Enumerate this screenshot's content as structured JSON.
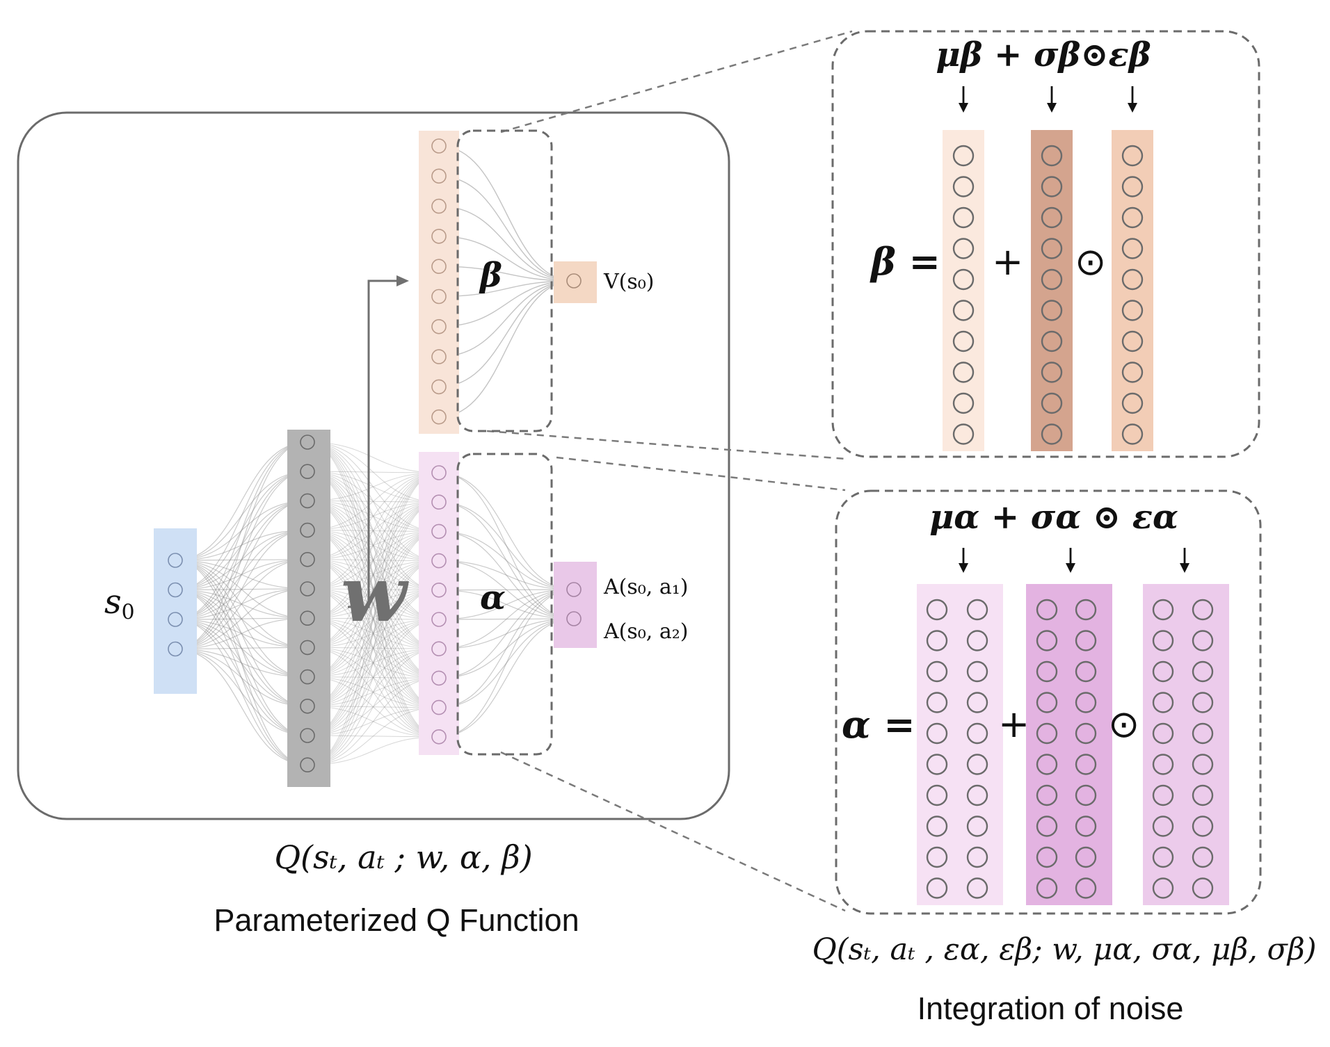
{
  "left_panel": {
    "input_label": "s",
    "input_sub": "0",
    "hidden_weight_label": "w",
    "beta_label": "β",
    "alpha_label": "α",
    "value_output": "V(s₀)",
    "adv_output_1": "A(s₀, a₁)",
    "adv_output_2": "A(s₀, a₂)",
    "formula": "Q(sₜ, aₜ ; w, α, β)",
    "caption": "Parameterized Q Function"
  },
  "beta_box": {
    "header": "μβ + σβ⊙εβ",
    "lhs": "β =",
    "plus": "+",
    "odot": "⊙"
  },
  "alpha_box": {
    "header": "μα + σα ⊙ εα",
    "lhs": "α =",
    "plus": "+",
    "odot": "⊙"
  },
  "right_formula": "Q(sₜ, aₜ , εα, εβ; w, μα, σα, μβ, σβ)",
  "right_caption": "Integration of noise",
  "colors": {
    "input": "#cfe0f5",
    "hidden": "#b3b3b3",
    "beta_layer": "#f8e4d8",
    "alpha_layer": "#f5e1f3",
    "value_out": "#f4d8c4",
    "adv_out": "#e9c8e8",
    "mu_beta": "#fbe9de",
    "sigma_beta": "#d4a48e",
    "eps_beta": "#f2cdb6",
    "mu_alpha": "#f6e1f4",
    "sigma_alpha": "#e3b3e1",
    "eps_alpha": "#eccbeb"
  }
}
